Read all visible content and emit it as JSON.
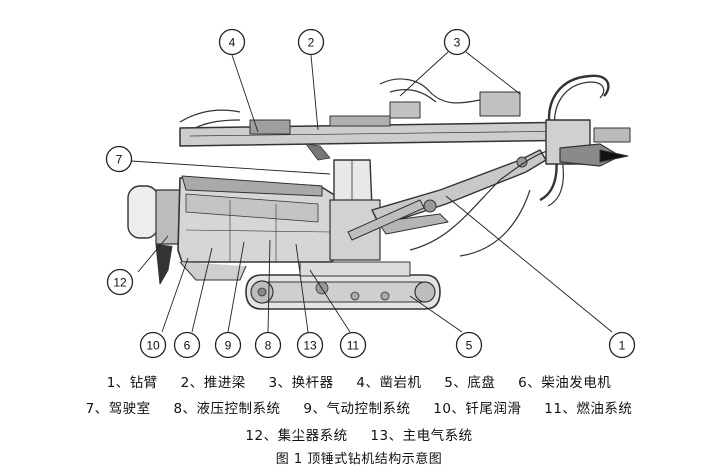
{
  "callouts": [
    {
      "id": "1",
      "label": "1"
    },
    {
      "id": "2",
      "label": "2"
    },
    {
      "id": "3",
      "label": "3"
    },
    {
      "id": "4",
      "label": "4"
    },
    {
      "id": "5",
      "label": "5"
    },
    {
      "id": "6",
      "label": "6"
    },
    {
      "id": "7",
      "label": "7"
    },
    {
      "id": "8",
      "label": "8"
    },
    {
      "id": "9",
      "label": "9"
    },
    {
      "id": "10",
      "label": "10"
    },
    {
      "id": "11",
      "label": "11"
    },
    {
      "id": "12",
      "label": "12"
    },
    {
      "id": "13",
      "label": "13"
    }
  ],
  "legend": {
    "row1": [
      "1、钻臂",
      "2、推进梁",
      "3、换杆器",
      "4、凿岩机",
      "5、底盘",
      "6、柴油发电机"
    ],
    "row2": [
      "7、驾驶室",
      "8、液压控制系统",
      "9、气动控制系统",
      "10、钎尾润滑",
      "11、燃油系统"
    ],
    "row3": [
      "12、集尘器系统",
      "13、主电气系统"
    ]
  },
  "figure_title": "图 1  顶锤式钻机结构示意图"
}
